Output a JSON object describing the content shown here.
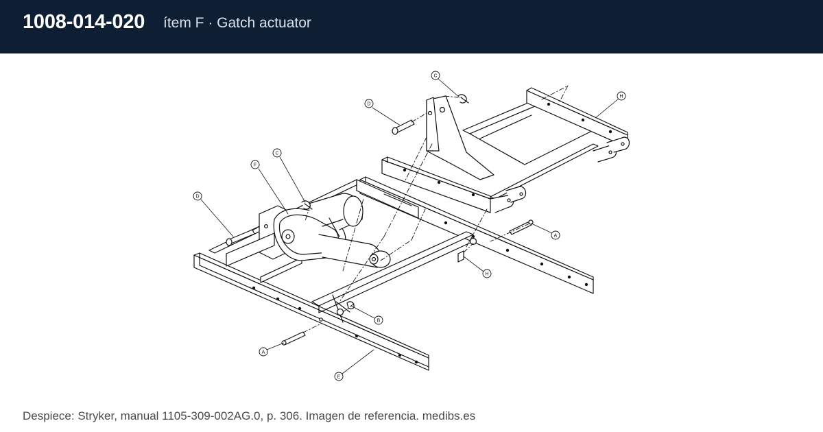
{
  "header": {
    "part_number": "1008-014-020",
    "item_title": "ítem F · Gatch actuator"
  },
  "diagram": {
    "callouts": [
      "C",
      "D",
      "H",
      "F",
      "C",
      "D",
      "A",
      "H",
      "B",
      "A",
      "E"
    ]
  },
  "footer": {
    "caption": "Despiece: Stryker, manual 1105-309-002AG.0, p. 306. Imagen de referencia. medibs.es"
  },
  "colors": {
    "header_bg": "#0f1f33",
    "line": "#111111"
  }
}
